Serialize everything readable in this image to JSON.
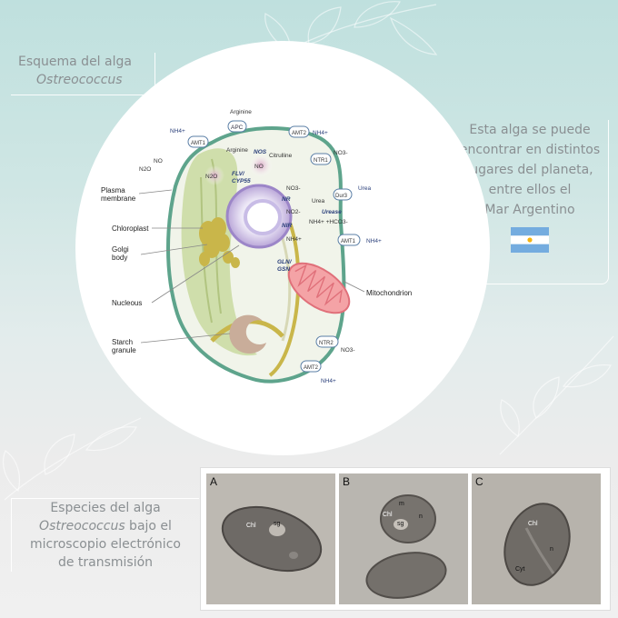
{
  "captions": {
    "schema_line1": "Esquema del alga",
    "schema_line2": "Ostreococcus",
    "right_lines": [
      "Esta alga se puede",
      "encontrar en distintos",
      "lugares del planeta,",
      "entre ellos el",
      "Mar Argentino"
    ],
    "bottom_line1": "Especies del alga",
    "bottom_line2_italic": "Ostreococcus",
    "bottom_line2_rest": " bajo el",
    "bottom_line3": "microscopio electrónico",
    "bottom_line4": "de transmisión"
  },
  "diagram": {
    "arginine_top": "Arginine",
    "apc": "APC",
    "amt1_top": "AMT1",
    "nh4_top_left": "NH4+",
    "amt2_top": "AMT2",
    "nh4_top_right": "NH4+",
    "arginine_inner": "Arginine",
    "nos": "NOS",
    "citrulline": "Citrulline",
    "no3_right": "NO3-",
    "ntr1": "NTR1",
    "no_left": "NO",
    "n2o_left": "N2O",
    "no_center": "NO",
    "n2o_center": "N2O",
    "flv": "FLV/",
    "cyp55": "CYP55",
    "no3_inner": "NO3-",
    "dur3": "Dur3",
    "urea_out": "Urea",
    "urea_in": "Urea",
    "nr": "NR",
    "urease": "Urease",
    "no2": "NO2-",
    "nh4_hco3": "NH4+ +HCO3-",
    "nir": "NIR",
    "nh4_mid": "NH4+",
    "amt1_right": "AMT1",
    "nh4_right": "NH4+",
    "gln": "GLN/",
    "gsn": "GSN",
    "ntr2": "NTR2",
    "no3_bottom": "NO3-",
    "amt2_bottom": "AMT2",
    "nh4_bottom": "NH4+",
    "plasma_membrane_1": "Plasma",
    "plasma_membrane_2": "membrane",
    "chloroplast": "Chloroplast",
    "golgi_1": "Golgi",
    "golgi_2": "body",
    "nucleous": "Nucleous",
    "starch_1": "Starch",
    "starch_2": "granule",
    "mitochondrion": "Mitochondrion"
  },
  "micrographs": {
    "panels": [
      {
        "letter": "A",
        "labels": [
          "Chl",
          "sg"
        ]
      },
      {
        "letter": "B",
        "labels": [
          "m",
          "Chl",
          "n",
          "sg"
        ]
      },
      {
        "letter": "C",
        "labels": [
          "Chl",
          "n",
          "Cyt"
        ]
      }
    ]
  },
  "colors": {
    "membrane": "#5ea48c",
    "chloroplast": "#c9d9a0",
    "golgi": "#c9b64a",
    "nucleus": "#b9a6d8",
    "mitochondrion": "#f08a8f",
    "starch": "#c9ad9a",
    "flag_blue": "#74acdf"
  }
}
